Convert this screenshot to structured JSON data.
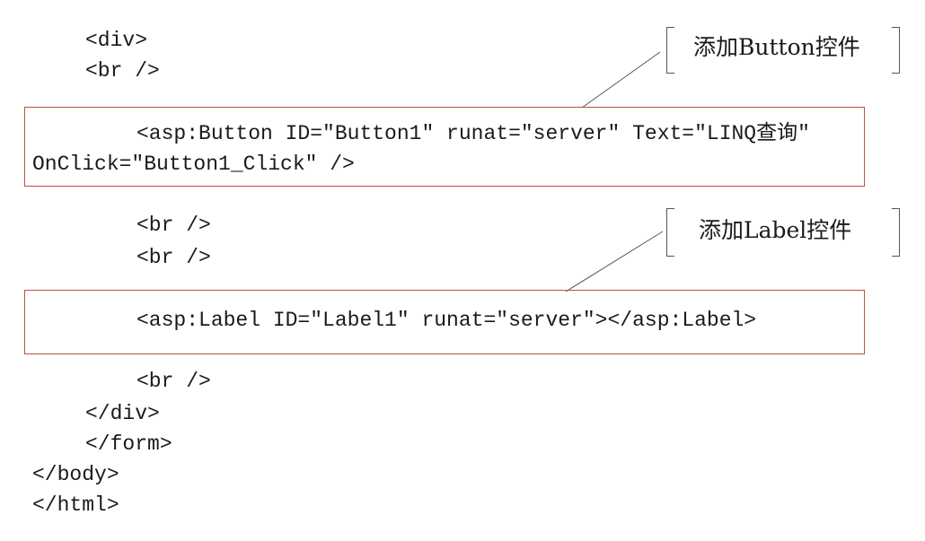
{
  "code": {
    "l1": "<div>",
    "l2": "<br />",
    "l3": "<asp:Button ID=\"Button1\" runat=\"server\" Text=\"LINQ查询\"",
    "l4": "OnClick=\"Button1_Click\" />",
    "l5": "<br />",
    "l6": "<br />",
    "l7": "<asp:Label ID=\"Label1\" runat=\"server\"></asp:Label>",
    "l8": "<br />",
    "l9": "</div>",
    "l10": "</form>",
    "l11": "</body>",
    "l12": "</html>"
  },
  "annotations": {
    "button": "添加Button控件",
    "label": "添加Label控件"
  },
  "colors": {
    "highlight_border": "#b5533f",
    "leader_line": "#555555"
  }
}
